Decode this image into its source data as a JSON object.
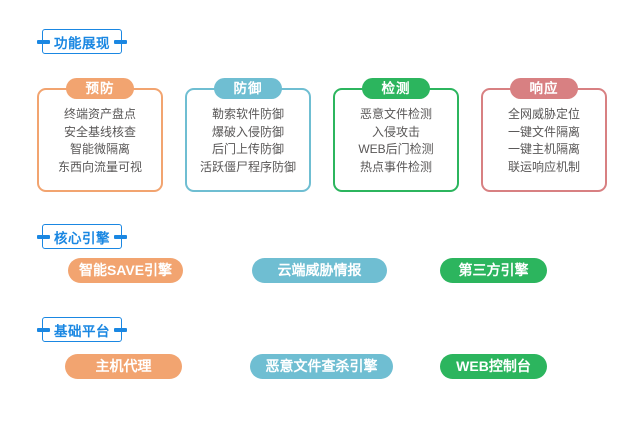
{
  "colors": {
    "blue": "#1a87e2",
    "orange": "#f2a470",
    "teal": "#6fbed2",
    "green": "#2cb55e",
    "red": "#d88082",
    "body_text": "#595757"
  },
  "features": {
    "title": "功能展现",
    "cards": [
      {
        "label": "预防",
        "color": "#f2a470",
        "items": [
          "终端资产盘点",
          "安全基线核查",
          "智能微隔离",
          "东西向流量可视"
        ]
      },
      {
        "label": "防御",
        "color": "#6fbed2",
        "items": [
          "勒索软件防御",
          "爆破入侵防御",
          "后门上传防御",
          "活跃僵尸程序防御"
        ]
      },
      {
        "label": "检测",
        "color": "#2cb55e",
        "items": [
          "恶意文件检测",
          "入侵攻击",
          "WEB后门检测",
          "热点事件检测"
        ]
      },
      {
        "label": "响应",
        "color": "#d88082",
        "items": [
          "全网威胁定位",
          "一键文件隔离",
          "一键主机隔离",
          "联运响应机制"
        ]
      }
    ]
  },
  "engines": {
    "title": "核心引擎",
    "pills": [
      "智能SAVE引擎",
      "云端威胁情报",
      "第三方引擎"
    ]
  },
  "platform": {
    "title": "基础平台",
    "pills": [
      "主机代理",
      "恶意文件查杀引擎",
      "WEB控制台"
    ]
  }
}
